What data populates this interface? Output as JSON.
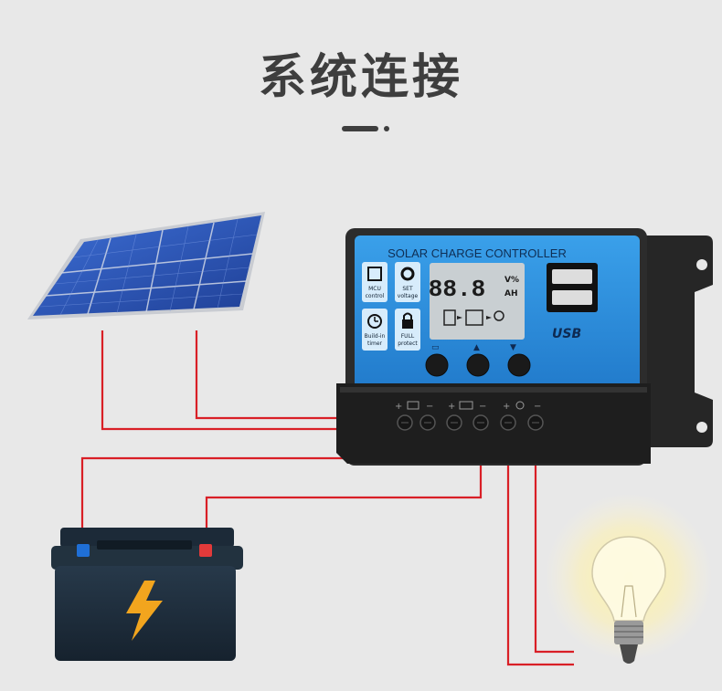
{
  "title": "系统连接",
  "controller": {
    "header": "SOLAR CHARGE CONTROLLER",
    "lcd_value": "88.8",
    "lcd_unit_top": "V%",
    "lcd_unit_bottom": "AH",
    "usb_label": "USB",
    "features": [
      {
        "icon": "mcu-chip-icon",
        "label_line1": "MCU",
        "label_line2": "control"
      },
      {
        "icon": "gear-icon",
        "label_line1": "SET",
        "label_line2": "voltage"
      },
      {
        "icon": "clock-icon",
        "label_line1": "Build-in",
        "label_line2": "timer"
      },
      {
        "icon": "lock-icon",
        "label_line1": "FULL",
        "label_line2": "protect"
      }
    ],
    "button_icons": [
      "battery-menu-icon",
      "warning-up-icon",
      "light-down-icon"
    ],
    "terminal_group_icons": [
      "solar-panel-terminal-icon",
      "battery-terminal-icon",
      "load-bulb-terminal-icon"
    ],
    "terminal_polarity": [
      "+",
      "−",
      "+",
      "−",
      "+",
      "−"
    ]
  },
  "components": {
    "solar_panel": "solar-panel-icon",
    "battery": "battery-icon",
    "bulb": "light-bulb-icon",
    "bolt": "lightning-bolt-icon"
  },
  "colors": {
    "wire": "#d91f26",
    "controller_face": "#2b8fdc",
    "controller_body": "#2c2c2c",
    "lcd": "#c9cfd2",
    "panel_cell": "#2d5cc2",
    "bolt": "#f2a51e",
    "bulb_glow": "#fff6a8"
  }
}
